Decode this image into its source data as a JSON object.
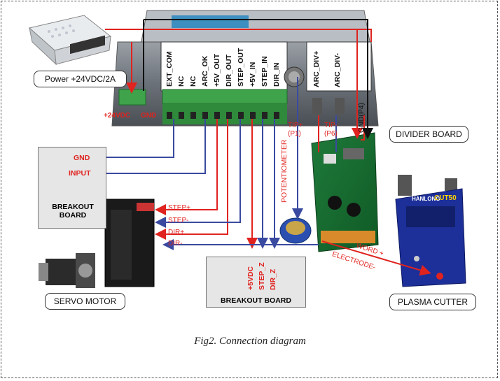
{
  "power_label": "Power +24VDC/2A",
  "terminal_labels": [
    "EXT_COM",
    "NC",
    "NC",
    "ARC_OK",
    "+5V_OUT",
    "DIR_OUT",
    "STEP_OUT",
    "+5V_IN",
    "STEP_IN",
    "DIR_IN"
  ],
  "arc_labels": [
    "ARC_DIV+",
    "ARC_DIV-"
  ],
  "supply_labels": {
    "v24": "+24VDC",
    "gnd": "GND"
  },
  "breakout_left": {
    "title": "BREAKOUT BOARD",
    "gnd": "GND",
    "input": "INPUT"
  },
  "servo_signals": [
    "STEP+",
    "STEP-",
    "DIR+",
    "DIR-"
  ],
  "servo_label": "SERVO MOTOR",
  "breakout_bottom": {
    "title": "BREAKOUT BOARD",
    "signals": [
      "+5VDC",
      "STEP_Z",
      "DIR_Z"
    ]
  },
  "potentiometer": "POTENTIOMETER",
  "tips": {
    "tip_p1": "TIP+",
    "p1": "(P1)",
    "tip_p6": "TIP-",
    "p6": "(P6)",
    "gnd_p4": "GND(P4)"
  },
  "divider_label": "DIVIDER BOARD",
  "cutter": {
    "label": "PLASMA CUTTER",
    "work": "WORD +",
    "electrode": "ELECTRODE-",
    "brand": "HANLONG",
    "model": "CUT50"
  },
  "caption": "Fig2. Connection diagram",
  "colors": {
    "red": "#e0231f",
    "blue": "#3a4aa0",
    "black": "#111111",
    "green": "#3ea34a",
    "gray_box": "#e6e6e6"
  }
}
